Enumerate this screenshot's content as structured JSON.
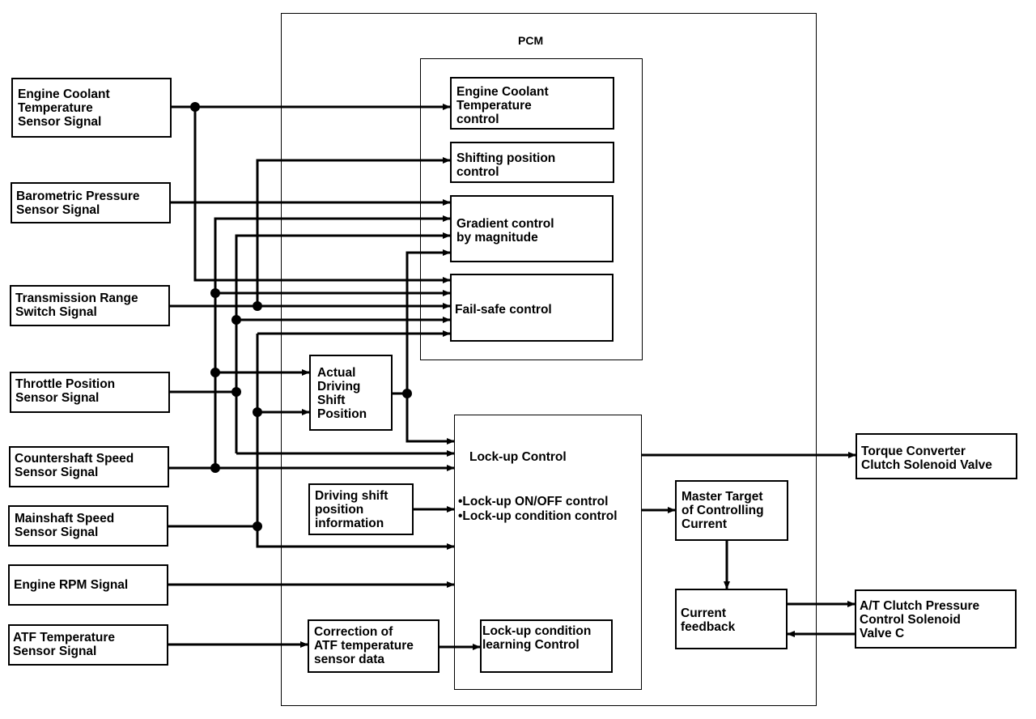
{
  "title": "PCM",
  "inputs": [
    {
      "id": "ect",
      "label": "Engine Coolant\nTemperature\nSensor Signal"
    },
    {
      "id": "baro",
      "label": "Barometric Pressure\nSensor Signal"
    },
    {
      "id": "trs",
      "label": "Transmission Range\nSwitch Signal"
    },
    {
      "id": "tps",
      "label": "Throttle Position\nSensor Signal"
    },
    {
      "id": "css",
      "label": "Countershaft Speed\nSensor Signal"
    },
    {
      "id": "mss",
      "label": "Mainshaft Speed\nSensor Signal"
    },
    {
      "id": "rpm",
      "label": "Engine RPM Signal"
    },
    {
      "id": "atf",
      "label": "ATF Temperature\nSensor Signal"
    }
  ],
  "controls": [
    {
      "id": "ect_ctrl",
      "label": "Engine Coolant\nTemperature\ncontrol"
    },
    {
      "id": "shift_ctrl",
      "label": "Shifting position\ncontrol"
    },
    {
      "id": "grad_ctrl",
      "label": "Gradient control\nby magnitude"
    },
    {
      "id": "failsafe",
      "label": "Fail-safe control"
    }
  ],
  "actual_driving": "Actual\nDriving\nShift\nPosition",
  "driving_shift_info": "Driving shift\nposition\ninformation",
  "atf_correction": "Correction of\nATF temperature\nsensor data",
  "lockup": {
    "title": "Lock-up Control",
    "items": [
      "•Lock-up ON/OFF control",
      "•Lock-up condition control"
    ],
    "learning": "Lock-up condition\nlearning Control"
  },
  "master_target": "Master Target\nof Controlling\nCurrent",
  "current_feedback": "Current\nfeedback",
  "outputs": [
    {
      "id": "tcc",
      "label": "Torque Converter\nClutch Solenoid Valve"
    },
    {
      "id": "atc",
      "label": "A/T Clutch Pressure\nControl Solenoid\nValve C"
    }
  ]
}
